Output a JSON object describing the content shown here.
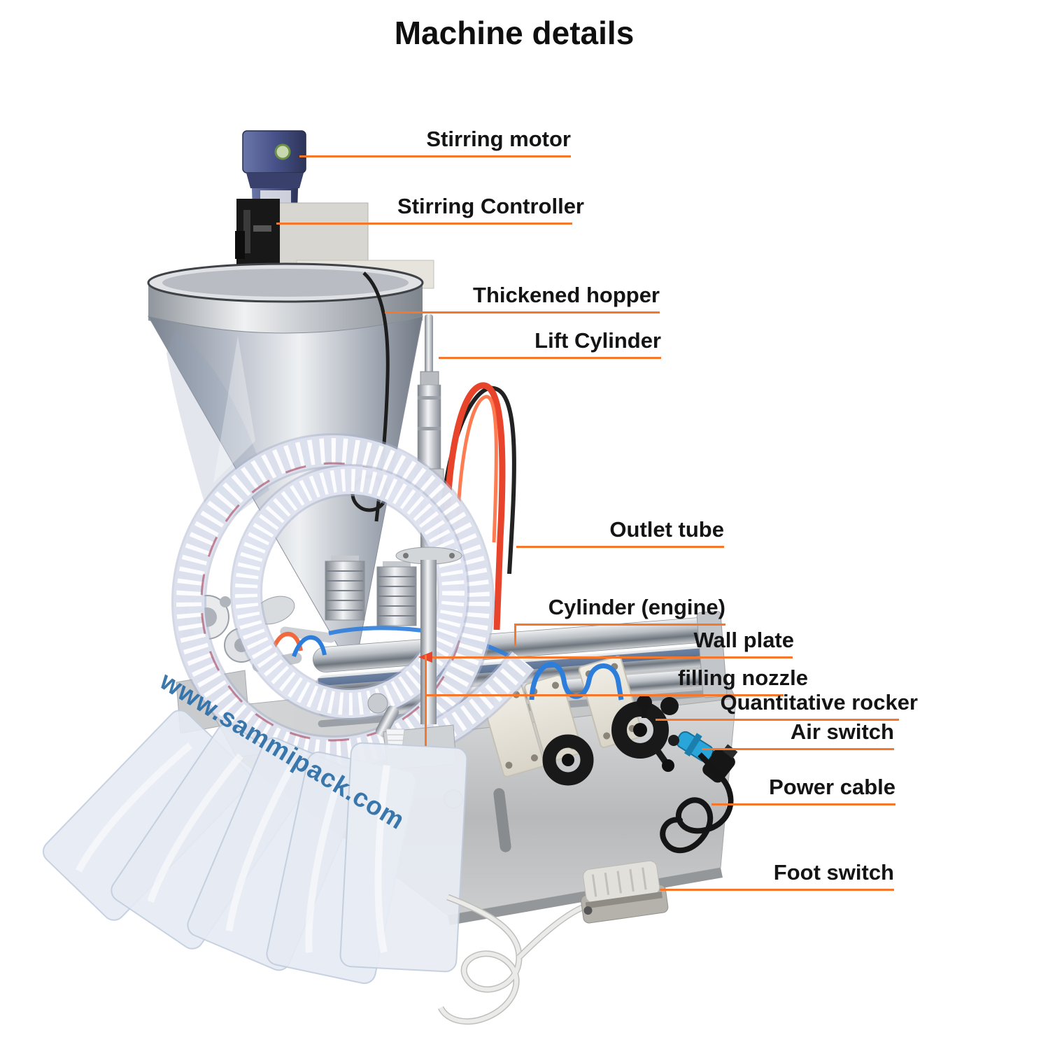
{
  "title": "Machine details",
  "watermark": "www.sammipack.com",
  "colors": {
    "leader_line": "#f4772c",
    "label_text": "#141414",
    "watermark_blue": "#2b6da6",
    "arrow_red": "#e8452c"
  },
  "labels": [
    {
      "id": "stirring-motor",
      "text": "Stirring motor"
    },
    {
      "id": "stirring-controller",
      "text": "Stirring Controller"
    },
    {
      "id": "thickened-hopper",
      "text": "Thickened hopper"
    },
    {
      "id": "lift-cylinder",
      "text": "Lift Cylinder"
    },
    {
      "id": "outlet-tube",
      "text": "Outlet tube"
    },
    {
      "id": "cylinder-engine",
      "text": "Cylinder (engine)"
    },
    {
      "id": "wall-plate",
      "text": "Wall plate"
    },
    {
      "id": "filling-nozzle",
      "text": "filling nozzle"
    },
    {
      "id": "quantitative-rocker",
      "text": "Quantitative rocker"
    },
    {
      "id": "air-switch",
      "text": "Air switch"
    },
    {
      "id": "power-cable",
      "text": "Power cable"
    },
    {
      "id": "foot-switch",
      "text": "Foot switch"
    }
  ]
}
